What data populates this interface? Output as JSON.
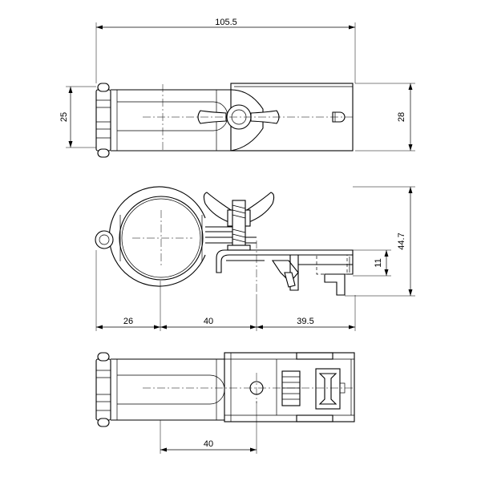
{
  "dimensions": {
    "overall_length": "105.5",
    "top_height_left": "25",
    "top_height_right": "28",
    "side_height": "44.7",
    "slot_height": "11",
    "seg_left": "26",
    "seg_middle": "40",
    "seg_right": "39.5",
    "bottom_spacing": "40"
  }
}
